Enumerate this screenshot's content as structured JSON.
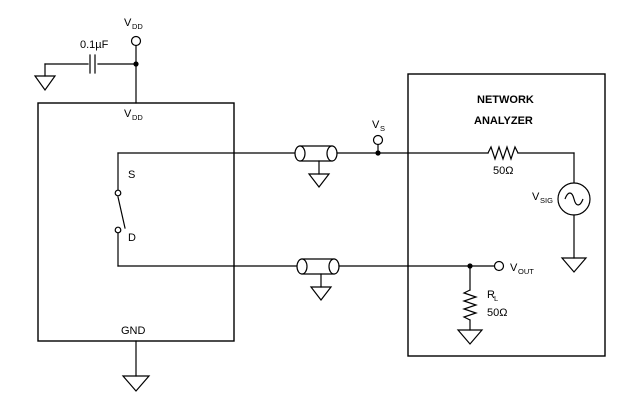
{
  "labels": {
    "vdd_top_main": "V",
    "vdd_top_sub": "DD",
    "cap_value": "0.1µF",
    "vdd_pin_main": "V",
    "vdd_pin_sub": "DD",
    "switch_s": "S",
    "switch_d": "D",
    "gnd": "GND",
    "vs_main": "V",
    "vs_sub": "S",
    "network_line1": "NETWORK",
    "network_line2": "ANALYZER",
    "r_source": "50Ω",
    "vsig_main": "V",
    "vsig_sub": "SIG",
    "vout_main": "V",
    "vout_sub": "OUT",
    "rl_main": "R",
    "rl_sub": "L",
    "rl_value": "50Ω"
  },
  "icons": [
    "ground-symbol",
    "capacitor-symbol",
    "resistor-symbol",
    "ac-source-symbol",
    "coax-connector-symbol",
    "switch-symbol"
  ]
}
